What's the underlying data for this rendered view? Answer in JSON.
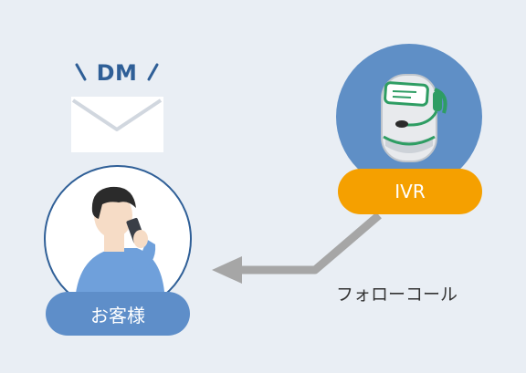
{
  "dm": {
    "label": "DM"
  },
  "customer": {
    "label": "お客様"
  },
  "ivr": {
    "label": "IVR"
  },
  "arrow": {
    "label": "フォローコール"
  },
  "colors": {
    "background": "#e9eef4",
    "customer_accent": "#5e8ec9",
    "ivr_circle": "#5f8fc6",
    "ivr_label": "#f5a000",
    "arrow": "#a6a6a6",
    "headset": "#2e9d63"
  }
}
